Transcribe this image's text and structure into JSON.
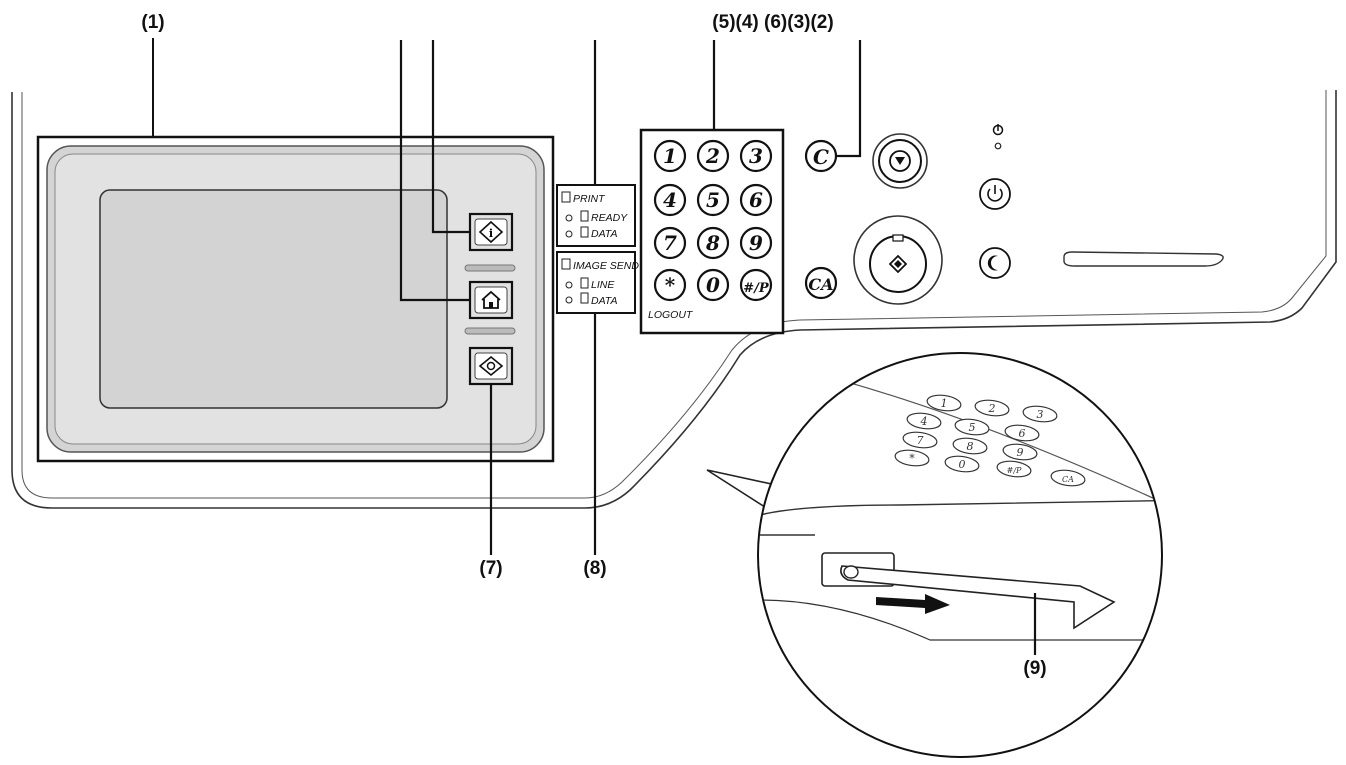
{
  "callouts": {
    "c1": "(1)",
    "c_top_right": "(5)(4) (6)(3)(2)",
    "c7": "(7)",
    "c8": "(8)",
    "c9": "(9)"
  },
  "print_panel": {
    "title": "PRINT",
    "ready": "READY",
    "data": "DATA"
  },
  "image_send_panel": {
    "title": "IMAGE SEND",
    "line": "LINE",
    "data": "DATA"
  },
  "keypad": {
    "keys": [
      "1",
      "2",
      "3",
      "4",
      "5",
      "6",
      "7",
      "8",
      "9",
      "*",
      "0",
      "#/P"
    ],
    "logout_label": "LOGOUT"
  },
  "buttons": {
    "clear": "C",
    "clear_all": "CA"
  },
  "zoom_keys": [
    "1",
    "2",
    "3",
    "4",
    "5",
    "6",
    "7",
    "8",
    "9",
    "*",
    "0",
    "#/P",
    "CA"
  ],
  "icons": {
    "job_status": "job-status-icon",
    "home": "home-icon",
    "system_settings": "system-settings-icon",
    "stop": "stop-icon",
    "start": "start-icon",
    "power": "power-icon",
    "power_save": "power-save-icon",
    "main_power_indicator": "main-power-icon"
  }
}
